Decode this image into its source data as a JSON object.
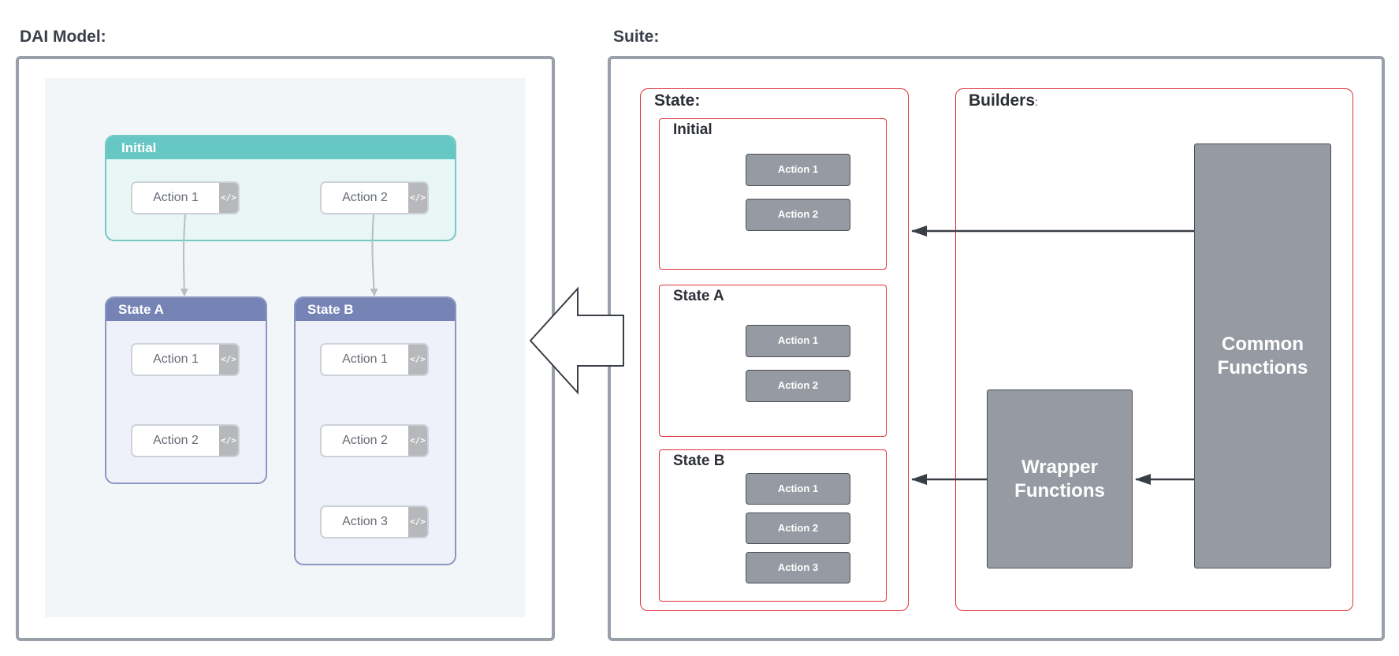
{
  "left": {
    "heading": "DAI Model:",
    "initial": {
      "title": "Initial",
      "actions": [
        "Action 1",
        "Action 2"
      ]
    },
    "state_a": {
      "title": "State A",
      "actions": [
        "Action 1",
        "Action 2"
      ]
    },
    "state_b": {
      "title": "State B",
      "actions": [
        "Action 1",
        "Action 2",
        "Action 3"
      ]
    },
    "code_icon_glyph": "</>"
  },
  "right": {
    "heading": "Suite:",
    "state_section": {
      "title": "State:",
      "initial": {
        "title": "Initial",
        "actions": [
          "Action 1",
          "Action 2"
        ]
      },
      "state_a": {
        "title": "State A",
        "actions": [
          "Action 1",
          "Action 2"
        ]
      },
      "state_b": {
        "title": "State B",
        "actions": [
          "Action 1",
          "Action 2",
          "Action 3"
        ]
      }
    },
    "builders_section": {
      "title": "Builders",
      "title_suffix": ":",
      "common": {
        "line1": "Common",
        "line2": "Functions"
      },
      "wrapper": {
        "line1": "Wrapper",
        "line2": "Functions"
      }
    }
  },
  "colors": {
    "teal_header": "#66c7c4",
    "blue_header": "#7683b5",
    "red_border": "#e0323c",
    "gray_box": "#969ba3",
    "panel_border": "#9aa0aa"
  }
}
